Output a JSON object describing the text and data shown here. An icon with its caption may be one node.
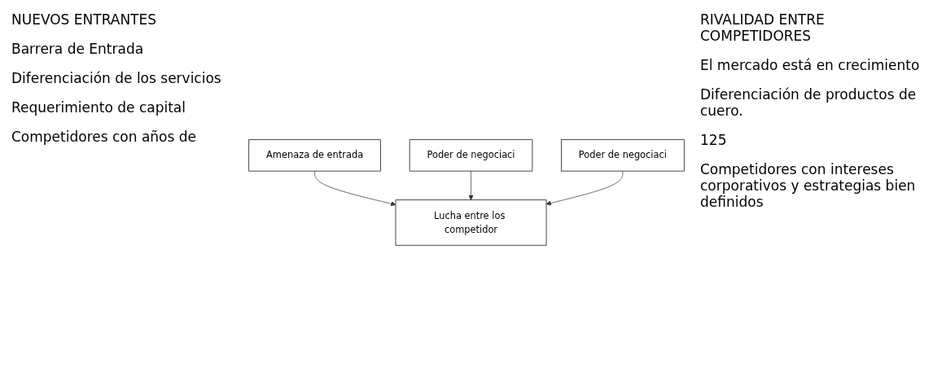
{
  "diagram": {
    "nodes": [
      {
        "text": [
          "Amenaza de entrada"
        ]
      },
      {
        "text": [
          "Lucha entre los competidor"
        ]
      },
      {
        "text": [
          "Poder de negociaci"
        ]
      },
      {
        "text": [
          "Poder de negociaci"
        ]
      }
    ],
    "edges": [
      {
        "from": 0,
        "to": 1,
        "arrow": "to"
      },
      {
        "from": 2,
        "to": 1,
        "arrow": "to"
      },
      {
        "from": 3,
        "to": 1,
        "arrow": "to"
      }
    ],
    "labels": [
      "NUEVOS ENTRANTES",
      "Barrera de Entrada",
      "Diferenciación de los servicios",
      "Requerimiento de capital",
      "Competidores con años de",
      "RIVALIDAD ENTRE COMPETIDORES",
      "El mercado está en crecimiento",
      "Diferenciación de productos de cuero.",
      "125",
      "Competidores con intereses corporativos y estrategias bien definidos"
    ]
  }
}
